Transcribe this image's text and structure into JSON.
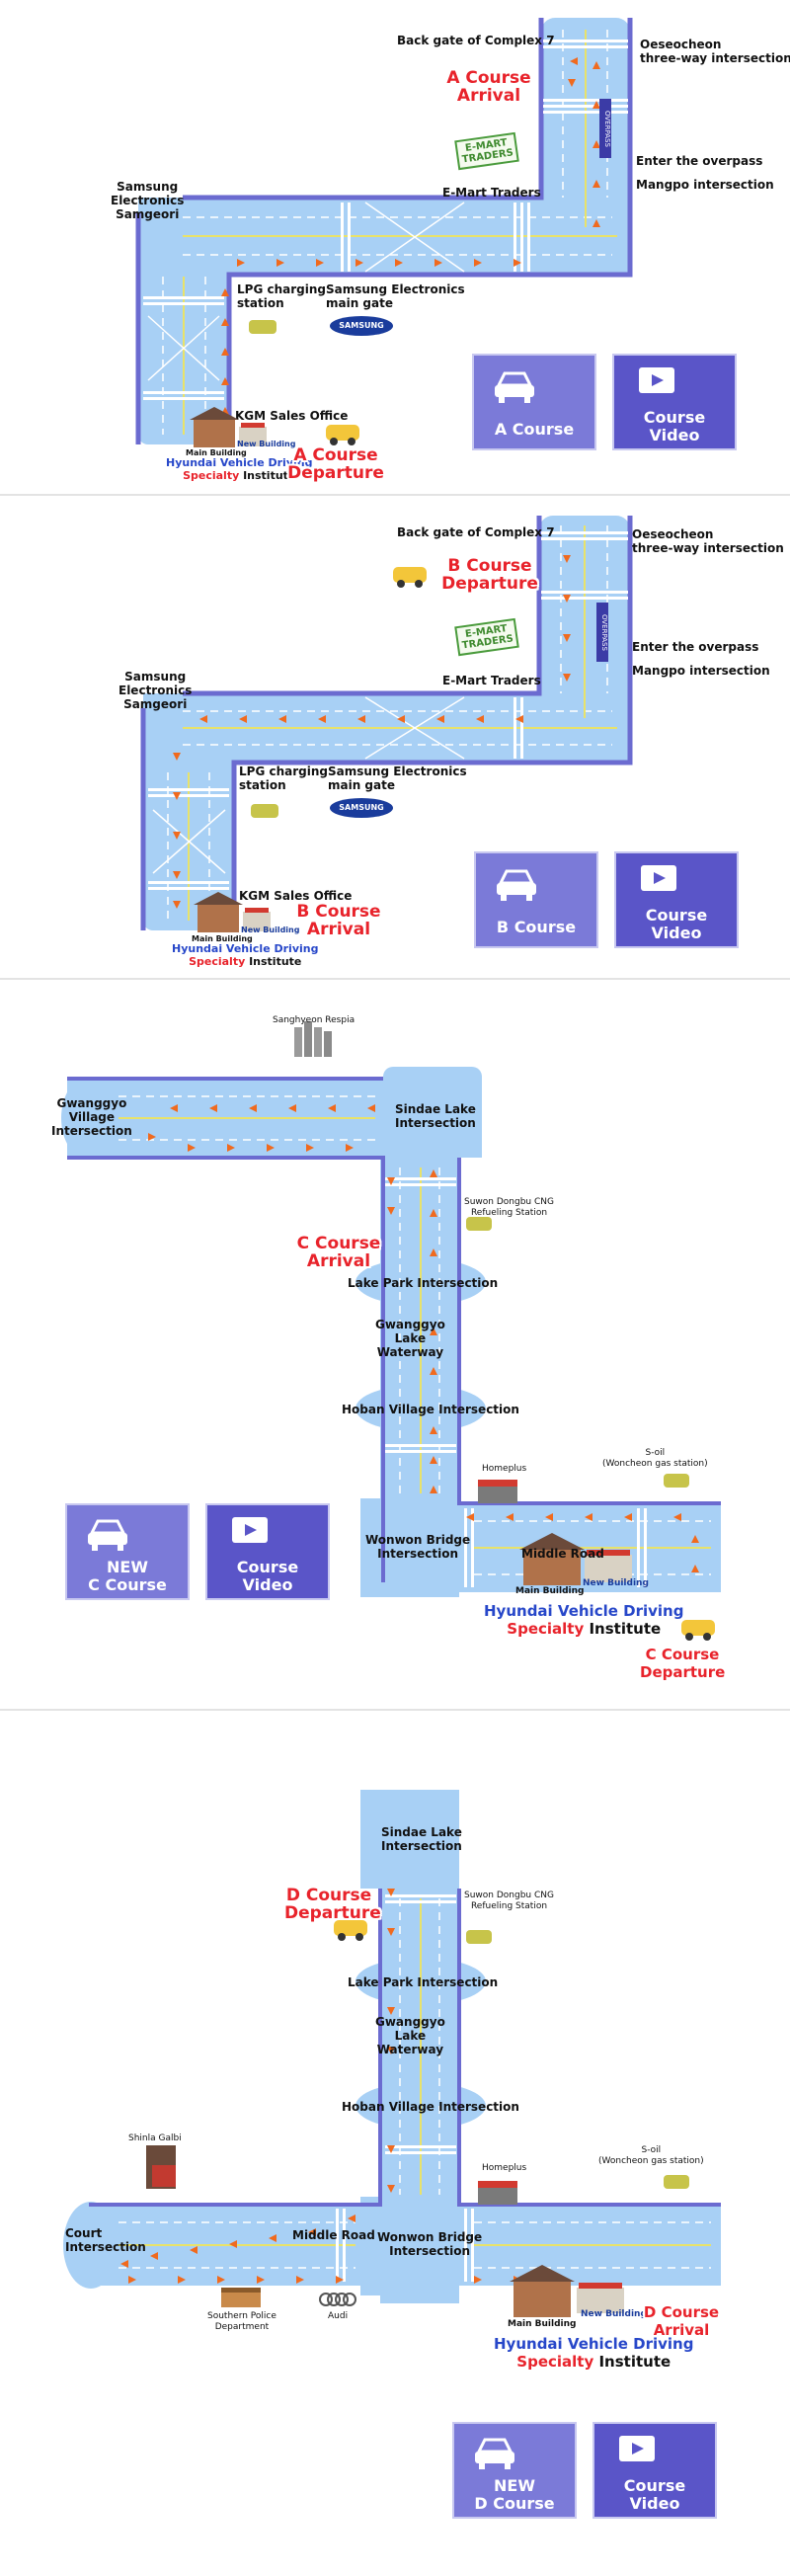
{
  "sectionA": {
    "back_gate": "Back gate of Complex 7",
    "oeseocheon": "Oeseocheon\nthree-way intersection",
    "arrival": "A Course\nArrival",
    "departure": "A Course\nDeparture",
    "emart_logo": "E-MART\nTRADERS",
    "overpass_logo": "OVERPASS",
    "enter_overpass": "Enter the overpass",
    "mangpo": "Mangpo intersection",
    "emart_traders": "E-Mart Traders",
    "samsung_samgeori": "Samsung\nElectronics\nSamgeori",
    "lpg": "LPG charging\nstation",
    "samsung_gate": "Samsung Electronics\nmain gate",
    "samsung_logo": "SAMSUNG",
    "kgm": "KGM Sales Office",
    "main_building": "Main Building",
    "new_building": "New Building",
    "institute_line1": "Hyundai Vehicle Driving",
    "institute_specialty": "Specialty",
    "institute_rest": " Institute",
    "course_button": "A Course",
    "video_button": "Course\nVideo"
  },
  "sectionB": {
    "back_gate": "Back gate of Complex 7",
    "oeseocheon": "Oeseocheon\nthree-way intersection",
    "departure": "B Course\nDeparture",
    "arrival": "B Course\nArrival",
    "emart_logo": "E-MART\nTRADERS",
    "overpass_logo": "OVERPASS",
    "enter_overpass": "Enter the overpass",
    "mangpo": "Mangpo intersection",
    "emart_traders": "E-Mart Traders",
    "samsung_samgeori": "Samsung\nElectronics\nSamgeori",
    "lpg": "LPG charging\nstation",
    "samsung_gate": "Samsung Electronics\nmain gate",
    "samsung_logo": "SAMSUNG",
    "kgm": "KGM Sales Office",
    "main_building": "Main Building",
    "new_building": "New Building",
    "institute_line1": "Hyundai Vehicle Driving",
    "institute_specialty": "Specialty",
    "institute_rest": " Institute",
    "course_button": "B Course",
    "video_button": "Course\nVideo"
  },
  "sectionC": {
    "sanghyeon": "Sanghyeon Respia",
    "gwanggyo_village": "Gwanggyo\nVillage\nIntersection",
    "sindae": "Sindae Lake\nIntersection",
    "suwon_cng": "Suwon Dongbu CNG\nRefueling Station",
    "arrival": "C Course\nArrival",
    "lake_park": "Lake Park Intersection",
    "waterway": "Gwanggyo\nLake\nWaterway",
    "hoban": "Hoban Village Intersection",
    "homeplus": "Homeplus",
    "s_oil": "S-oil\n(Woncheon gas station)",
    "wonwon": "Wonwon Bridge\nIntersection",
    "middle_road": "Middle Road",
    "main_building": "Main Building",
    "new_building": "New Building",
    "institute_line1": "Hyundai Vehicle Driving",
    "institute_specialty": "Specialty",
    "institute_rest": " Institute",
    "departure": "C Course\nDeparture",
    "course_button": "NEW\nC Course",
    "video_button": "Course\nVideo"
  },
  "sectionD": {
    "sindae": "Sindae Lake\nIntersection",
    "departure": "D Course\nDeparture",
    "suwon_cng": "Suwon Dongbu CNG\nRefueling Station",
    "lake_park": "Lake Park Intersection",
    "waterway": "Gwanggyo\nLake\nWaterway",
    "hoban": "Hoban Village Intersection",
    "shinla": "Shinla Galbi",
    "homeplus": "Homeplus",
    "s_oil": "S-oil\n(Woncheon gas station)",
    "court": "Court\nIntersection",
    "middle_road": "Middle Road",
    "wonwon": "Wonwon Bridge\nIntersection",
    "southern_police": "Southern Police\nDepartment",
    "audi": "Audi",
    "main_building": "Main Building",
    "new_building": "New Building",
    "institute_line1": "Hyundai Vehicle Driving",
    "institute_specialty": "Specialty",
    "institute_rest": " Institute",
    "arrival": "D Course\nArrival",
    "course_button": "NEW\nD Course",
    "video_button": "Course\nVideo"
  },
  "colors": {
    "road": "#a8d0f5",
    "road_edge": "#6b6bd0",
    "lane": "#ffffff",
    "route_arrow": "#f06a1e",
    "title_red": "#e8232b",
    "institute_blue": "#2747c9",
    "button_course": "#7b7ad8",
    "button_video": "#5a55c8"
  }
}
